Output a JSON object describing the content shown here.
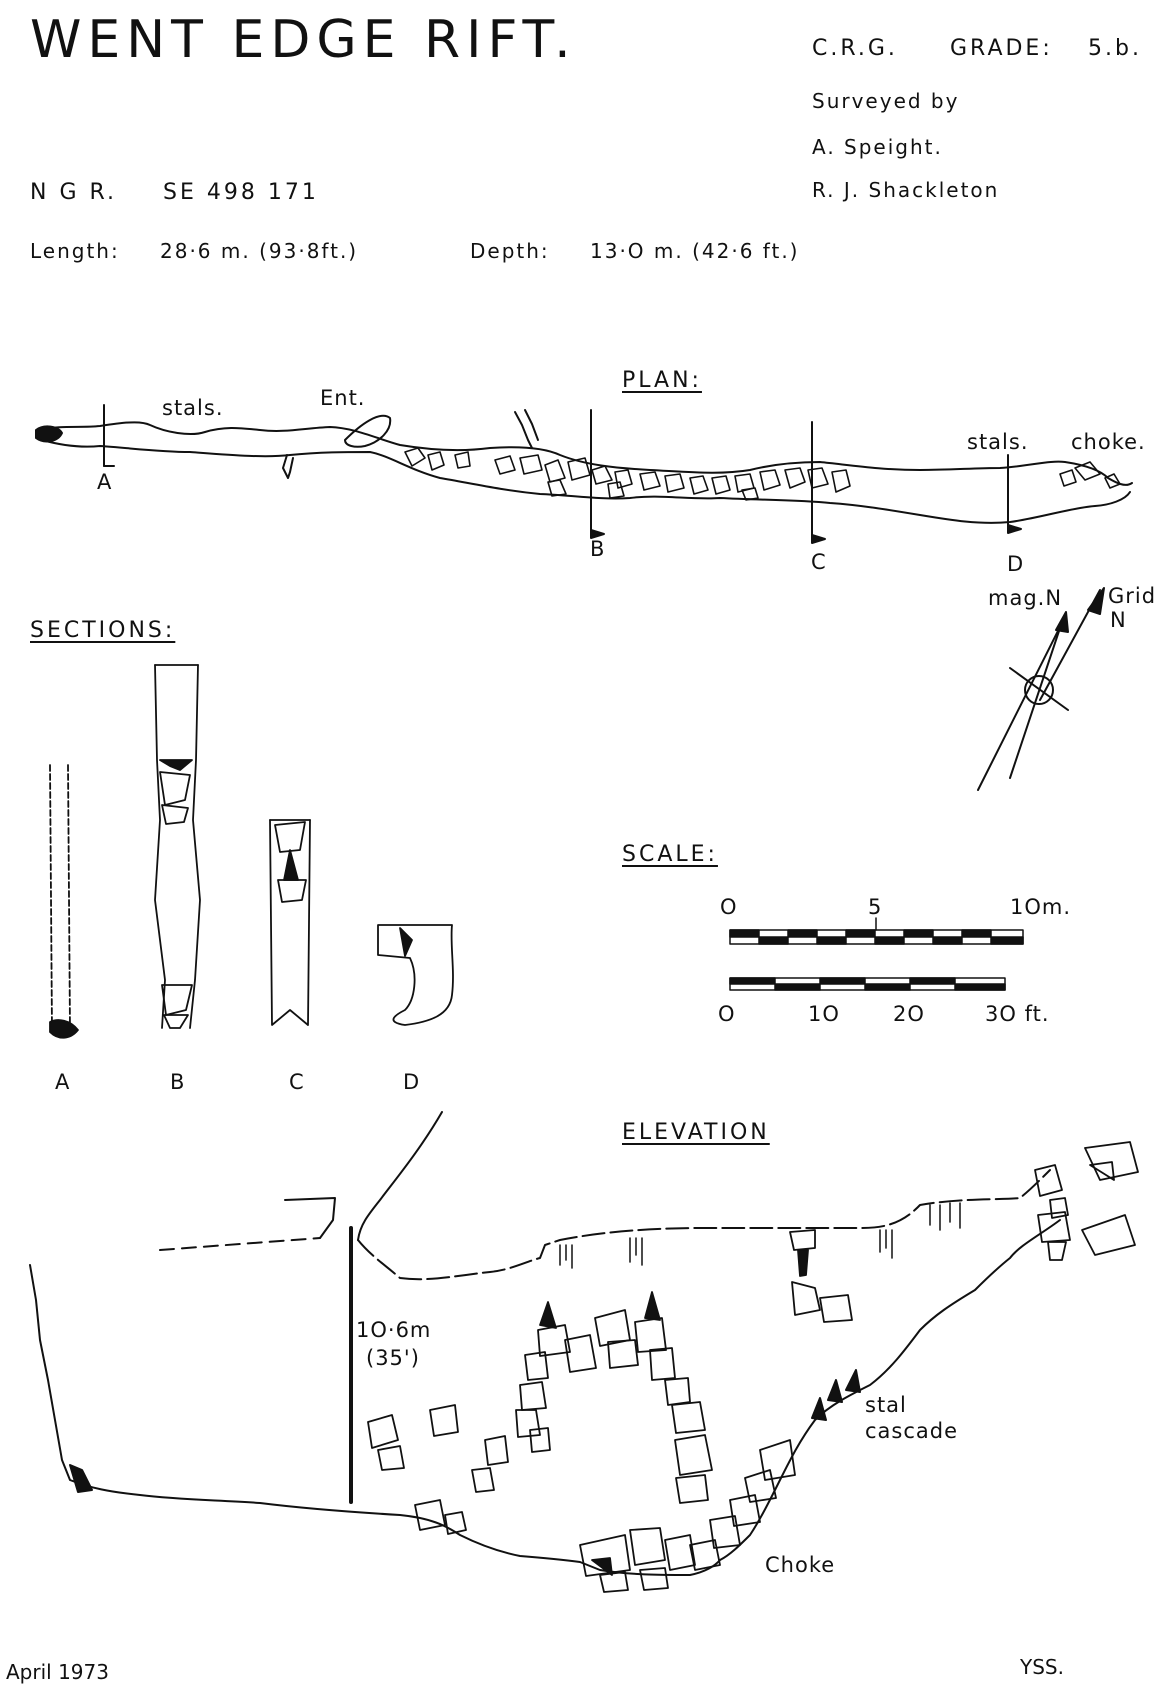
{
  "header": {
    "title": "WENT EDGE RIFT.",
    "club": "C.R.G.",
    "grade_label": "GRADE:",
    "grade_value": "5.b.",
    "surveyed_by_label": "Surveyed by",
    "surveyors": [
      "A. Speight.",
      "R. J. Shackleton"
    ],
    "ngr_label": "N G R.",
    "ngr_value": "SE 498 171",
    "length_label": "Length:",
    "length_value": "28·6 m. (93·8ft.)",
    "depth_label": "Depth:",
    "depth_value": "13·O m. (42·6 ft.)"
  },
  "plan": {
    "heading": "PLAN:",
    "labels": {
      "stals_left": "stals.",
      "entrance": "Ent.",
      "stals_right": "stals.",
      "choke": "choke."
    },
    "section_markers": [
      "A",
      "B",
      "C",
      "D"
    ]
  },
  "north": {
    "mag_label": "mag.N",
    "grid_label_1": "Grid",
    "grid_label_2": "N"
  },
  "sections": {
    "heading": "SECTIONS:",
    "labels": [
      "A",
      "B",
      "C",
      "D"
    ]
  },
  "scale": {
    "heading": "SCALE:",
    "metric_ticks": [
      "O",
      "5",
      "1Om."
    ],
    "imperial_ticks": [
      "O",
      "1O",
      "2O",
      "3O ft."
    ]
  },
  "elevation": {
    "heading": "ELEVATION",
    "height_label_1": "1O·6m",
    "height_label_2": "(35')",
    "stal_label_1": "stal",
    "stal_label_2": "cascade",
    "choke_label": "Choke"
  },
  "footer": {
    "date": "April 1973",
    "org": "YSS."
  },
  "colors": {
    "ink": "#111111",
    "paper": "#ffffff"
  }
}
